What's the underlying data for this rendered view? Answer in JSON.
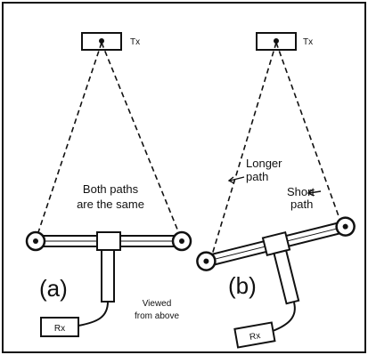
{
  "labels": {
    "tx_a": "Tx",
    "tx_b": "Tx",
    "rx_a": "Rx",
    "rx_b": "Rx",
    "panel_a": "(a)",
    "panel_b": "(b)",
    "both_paths_1": "Both paths",
    "both_paths_2": "are the same",
    "longer_1": "Longer",
    "longer_2": "path",
    "shorter_1": "Short",
    "shorter_2": "path",
    "viewed_1": "Viewed",
    "viewed_2": "from above"
  },
  "colors": {
    "ink": "#111111",
    "background": "#ffffff"
  }
}
